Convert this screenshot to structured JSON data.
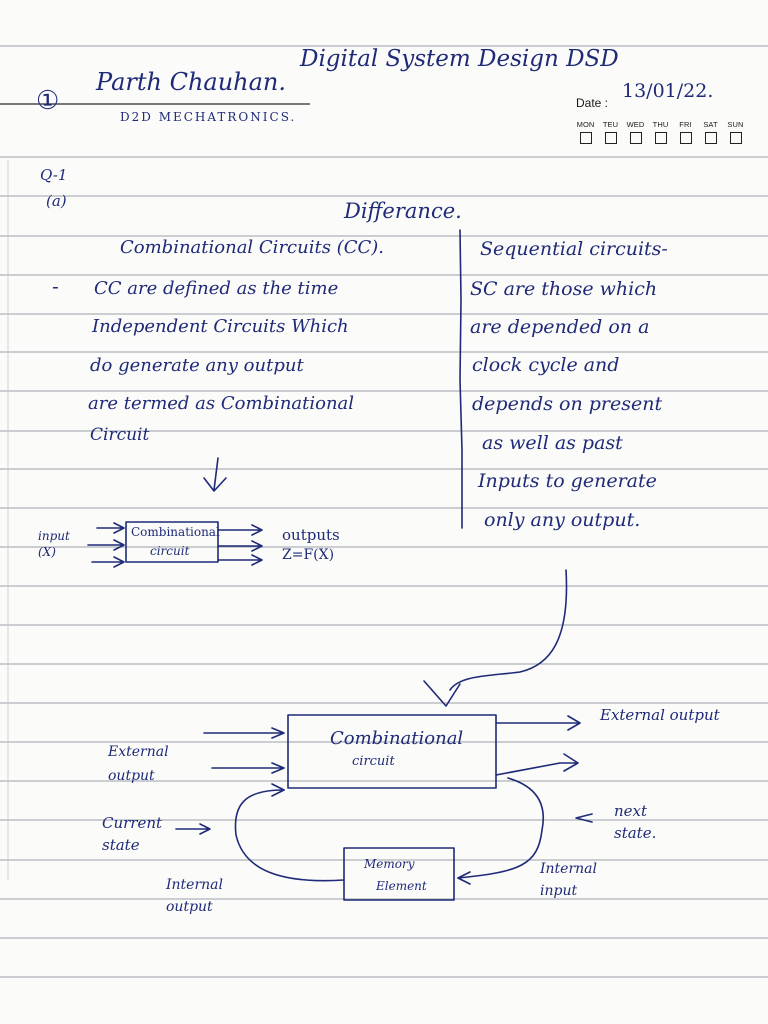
{
  "header": {
    "subject": "Digital System Design DSD",
    "question_marker": "①",
    "student_name": "Parth Chauhan.",
    "course": "D2D MECHATRONICS.",
    "date_label": "Date :",
    "date_value": "13/01/22.",
    "weekdays": [
      "MON",
      "TEU",
      "WED",
      "THU",
      "FRI",
      "SAT",
      "SUN"
    ]
  },
  "question": {
    "number": "Q-1",
    "part": "(a)"
  },
  "title": "Differance.",
  "left_column": {
    "heading": "Combinational Circuits (CC).",
    "bullet": "-",
    "lines": [
      "CC are defined as the time",
      "Independent Circuits Which",
      "do generate any output",
      "are termed as Combinational",
      "Circuit"
    ]
  },
  "right_column": {
    "heading": "Sequential circuits-",
    "lines": [
      "SC are those which",
      "are depended on a",
      "clock cycle and",
      "depends on present",
      "as well as past",
      "Inputs to generate",
      "only any output."
    ]
  },
  "cc_diagram": {
    "input_label": "input (X)",
    "block_line1": "Combinational",
    "block_line2": "circuit",
    "outputs_label": "outputs",
    "function": "Z=F(X)"
  },
  "sc_diagram": {
    "block_line1": "Combinational",
    "block_line2": "circuit",
    "external_input": "External output",
    "current_state": "Current state",
    "external_output": "External output",
    "next_state": "next state.",
    "memory_line1": "Memory",
    "memory_line2": "Element",
    "internal_output": "Internal output",
    "internal_input": "Internal input"
  },
  "colors": {
    "ink": "#1f2a78",
    "ruling": "#9aa0a8",
    "paper": "#fbfbf9"
  }
}
